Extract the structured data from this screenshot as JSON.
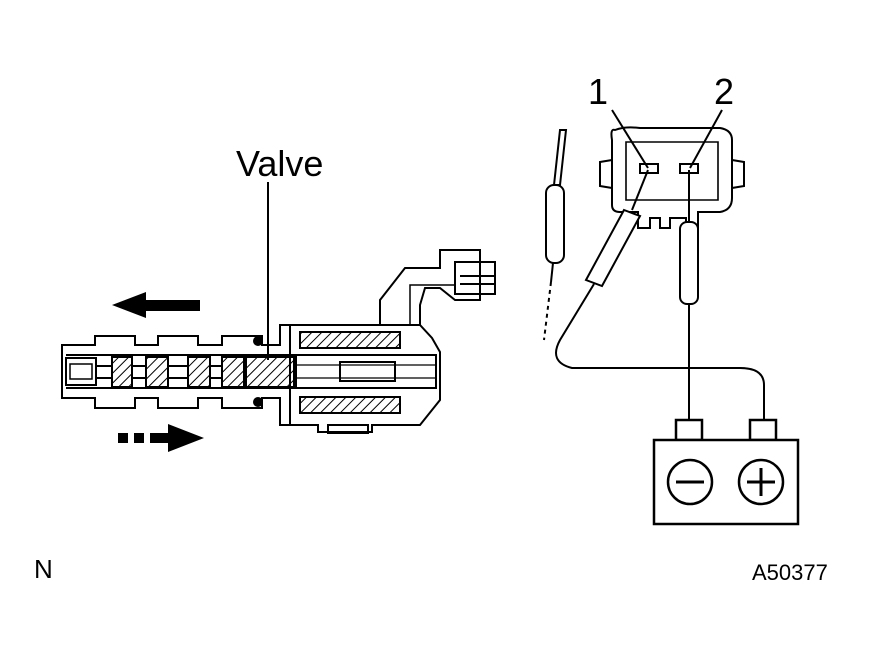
{
  "labels": {
    "valve": "Valve",
    "terminal_1": "1",
    "terminal_2": "2",
    "corner_left": "N",
    "figure_code": "A50377"
  },
  "icons": {
    "battery_negative": "minus-terminal-icon",
    "battery_positive": "plus-terminal-icon",
    "arrow_left": "solid-arrow-left-icon",
    "arrow_right": "dashed-arrow-right-icon"
  }
}
